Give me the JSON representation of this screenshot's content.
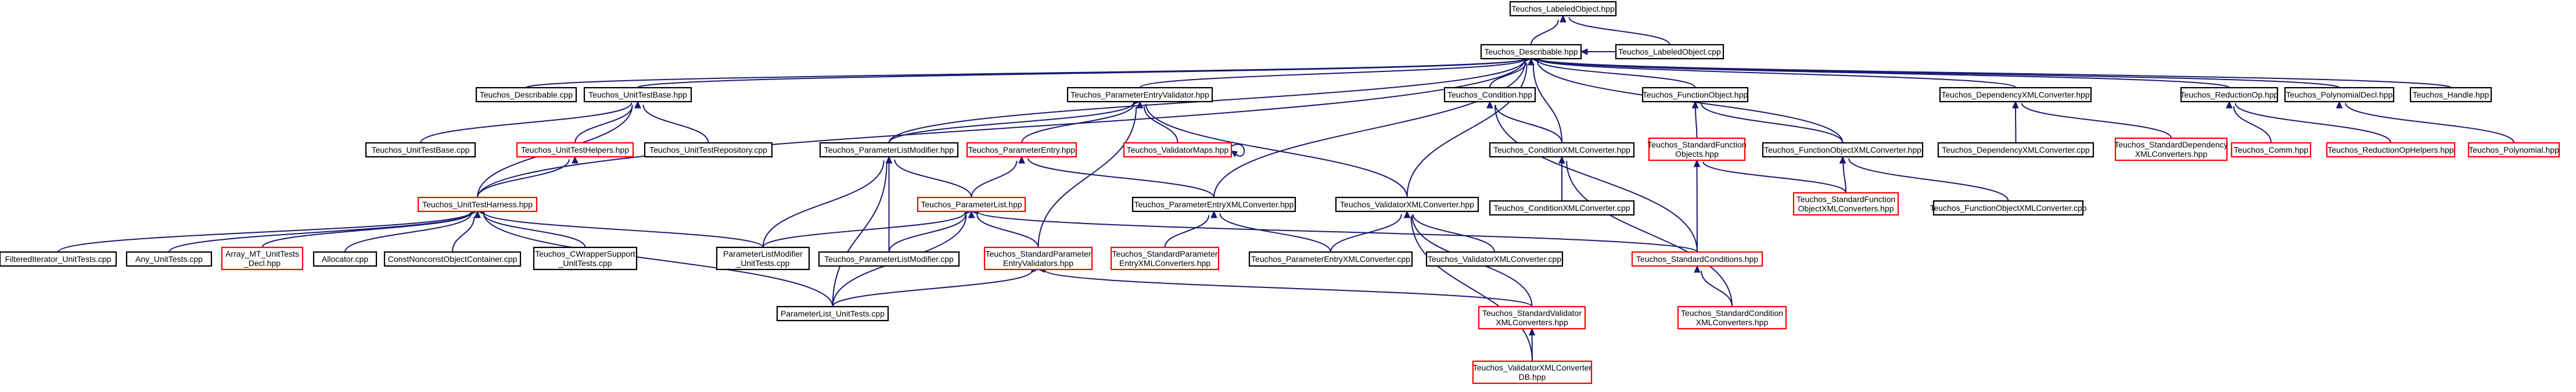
{
  "colors": {
    "background": "#ffffff",
    "edge": "#191970",
    "node_border_black": "#000000",
    "node_border_red": "#ff0000",
    "root_fill": "#bfbfbf",
    "text": "#000000"
  },
  "nodes": [
    {
      "id": "labeled-object-hpp",
      "lines": [
        "Teuchos_LabeledObject.hpp"
      ],
      "border": "black",
      "root": true
    },
    {
      "id": "describable-hpp",
      "lines": [
        "Teuchos_Describable.hpp"
      ],
      "border": "black"
    },
    {
      "id": "labeled-object-cpp",
      "lines": [
        "Teuchos_LabeledObject.cpp"
      ],
      "border": "black"
    },
    {
      "id": "describable-cpp",
      "lines": [
        "Teuchos_Describable.cpp"
      ],
      "border": "black"
    },
    {
      "id": "unit-test-base-hpp",
      "lines": [
        "Teuchos_UnitTestBase.hpp"
      ],
      "border": "black"
    },
    {
      "id": "parameter-entry-validator-hpp",
      "lines": [
        "Teuchos_ParameterEntryValidator.hpp"
      ],
      "border": "black"
    },
    {
      "id": "condition-hpp",
      "lines": [
        "Teuchos_Condition.hpp"
      ],
      "border": "black"
    },
    {
      "id": "function-object-hpp",
      "lines": [
        "Teuchos_FunctionObject.hpp"
      ],
      "border": "black"
    },
    {
      "id": "dependency-xml-converter-hpp",
      "lines": [
        "Teuchos_DependencyXMLConverter.hpp"
      ],
      "border": "black"
    },
    {
      "id": "reduction-op-hpp",
      "lines": [
        "Teuchos_ReductionOp.hpp"
      ],
      "border": "black"
    },
    {
      "id": "polynomial-decl-hpp",
      "lines": [
        "Teuchos_PolynomialDecl.hpp"
      ],
      "border": "black"
    },
    {
      "id": "handle-hpp",
      "lines": [
        "Teuchos_Handle.hpp"
      ],
      "border": "black"
    },
    {
      "id": "unit-test-base-cpp",
      "lines": [
        "Teuchos_UnitTestBase.cpp"
      ],
      "border": "black"
    },
    {
      "id": "unit-test-helpers-hpp",
      "lines": [
        "Teuchos_UnitTestHelpers.hpp"
      ],
      "border": "red"
    },
    {
      "id": "unit-test-repository-cpp",
      "lines": [
        "Teuchos_UnitTestRepository.cpp"
      ],
      "border": "black"
    },
    {
      "id": "parameter-list-modifier-hpp",
      "lines": [
        "Teuchos_ParameterListModifier.hpp"
      ],
      "border": "black"
    },
    {
      "id": "parameter-entry-hpp",
      "lines": [
        "Teuchos_ParameterEntry.hpp"
      ],
      "border": "red"
    },
    {
      "id": "validator-maps-hpp",
      "lines": [
        "Teuchos_ValidatorMaps.hpp"
      ],
      "border": "red"
    },
    {
      "id": "condition-xml-converter-hpp",
      "lines": [
        "Teuchos_ConditionXMLConverter.hpp"
      ],
      "border": "black"
    },
    {
      "id": "standard-function-objects-hpp",
      "lines": [
        "Teuchos_StandardFunction",
        "Objects.hpp"
      ],
      "border": "red"
    },
    {
      "id": "function-object-xml-converter-hpp",
      "lines": [
        "Teuchos_FunctionObjectXMLConverter.hpp"
      ],
      "border": "black"
    },
    {
      "id": "dependency-xml-converter-cpp",
      "lines": [
        "Teuchos_DependencyXMLConverter.cpp"
      ],
      "border": "black"
    },
    {
      "id": "standard-dependency-xml-converters-hpp",
      "lines": [
        "Teuchos_StandardDependency",
        "XMLConverters.hpp"
      ],
      "border": "red"
    },
    {
      "id": "comm-hpp",
      "lines": [
        "Teuchos_Comm.hpp"
      ],
      "border": "red"
    },
    {
      "id": "reduction-op-helpers-hpp",
      "lines": [
        "Teuchos_ReductionOpHelpers.hpp"
      ],
      "border": "red"
    },
    {
      "id": "polynomial-hpp",
      "lines": [
        "Teuchos_Polynomial.hpp"
      ],
      "border": "red"
    },
    {
      "id": "unit-test-harness-hpp",
      "lines": [
        "Teuchos_UnitTestHarness.hpp"
      ],
      "border": "red"
    },
    {
      "id": "parameter-list-hpp",
      "lines": [
        "Teuchos_ParameterList.hpp"
      ],
      "border": "red"
    },
    {
      "id": "parameter-entry-xml-converter-hpp",
      "lines": [
        "Teuchos_ParameterEntryXMLConverter.hpp"
      ],
      "border": "black"
    },
    {
      "id": "validator-xml-converter-hpp",
      "lines": [
        "Teuchos_ValidatorXMLConverter.hpp"
      ],
      "border": "black"
    },
    {
      "id": "condition-xml-converter-cpp",
      "lines": [
        "Teuchos_ConditionXMLConverter.cpp"
      ],
      "border": "black"
    },
    {
      "id": "standard-function-object-xml-converters-hpp",
      "lines": [
        "Teuchos_StandardFunction",
        "ObjectXMLConverters.hpp"
      ],
      "border": "red"
    },
    {
      "id": "function-object-xml-converter-cpp",
      "lines": [
        "Teuchos_FunctionObjectXMLConverter.cpp"
      ],
      "border": "black"
    },
    {
      "id": "filtered-iterator-unit-tests-cpp",
      "lines": [
        "FilteredIterator_UnitTests.cpp"
      ],
      "border": "black"
    },
    {
      "id": "any-unit-tests-cpp",
      "lines": [
        "Any_UnitTests.cpp"
      ],
      "border": "black"
    },
    {
      "id": "array-mt-unit-tests-decl-hpp",
      "lines": [
        "Array_MT_UnitTests",
        "_Decl.hpp"
      ],
      "border": "red"
    },
    {
      "id": "allocator-cpp",
      "lines": [
        "Allocator.cpp"
      ],
      "border": "black"
    },
    {
      "id": "const-nonconst-object-container-cpp",
      "lines": [
        "ConstNonconstObjectContainer.cpp"
      ],
      "border": "black"
    },
    {
      "id": "cwrapper-support-unit-tests-cpp",
      "lines": [
        "Teuchos_CWrapperSupport",
        "_UnitTests.cpp"
      ],
      "border": "black"
    },
    {
      "id": "parameter-list-modifier-unit-tests-cpp",
      "lines": [
        "ParameterListModifier",
        "_UnitTests.cpp"
      ],
      "border": "black"
    },
    {
      "id": "parameter-list-modifier-cpp",
      "lines": [
        "Teuchos_ParameterListModifier.cpp"
      ],
      "border": "black"
    },
    {
      "id": "standard-parameter-entry-validators-hpp",
      "lines": [
        "Teuchos_StandardParameter",
        "EntryValidators.hpp"
      ],
      "border": "red"
    },
    {
      "id": "standard-parameter-entry-xml-converters-hpp",
      "lines": [
        "Teuchos_StandardParameter",
        "EntryXMLConverters.hpp"
      ],
      "border": "red"
    },
    {
      "id": "parameter-entry-xml-converter-cpp",
      "lines": [
        "Teuchos_ParameterEntryXMLConverter.cpp"
      ],
      "border": "black"
    },
    {
      "id": "validator-xml-converter-cpp",
      "lines": [
        "Teuchos_ValidatorXMLConverter.cpp"
      ],
      "border": "black"
    },
    {
      "id": "standard-conditions-hpp",
      "lines": [
        "Teuchos_StandardConditions.hpp"
      ],
      "border": "red"
    },
    {
      "id": "parameter-list-unit-tests-cpp",
      "lines": [
        "ParameterList_UnitTests.cpp"
      ],
      "border": "black"
    },
    {
      "id": "standard-validator-xml-converters-hpp",
      "lines": [
        "Teuchos_StandardValidator",
        "XMLConverters.hpp"
      ],
      "border": "red"
    },
    {
      "id": "standard-condition-xml-converters-hpp",
      "lines": [
        "Teuchos_StandardCondition",
        "XMLConverters.hpp"
      ],
      "border": "red"
    },
    {
      "id": "validator-xml-converter-db-hpp",
      "lines": [
        "Teuchos_ValidatorXMLConverter",
        "DB.hpp"
      ],
      "border": "red"
    }
  ],
  "edges": [
    [
      "labeled-object-hpp",
      "describable-hpp"
    ],
    [
      "labeled-object-hpp",
      "labeled-object-cpp"
    ],
    [
      "describable-hpp",
      "labeled-object-cpp"
    ],
    [
      "describable-hpp",
      "describable-cpp"
    ],
    [
      "describable-hpp",
      "unit-test-base-hpp"
    ],
    [
      "describable-hpp",
      "parameter-entry-validator-hpp"
    ],
    [
      "describable-hpp",
      "condition-hpp"
    ],
    [
      "describable-hpp",
      "function-object-hpp"
    ],
    [
      "describable-hpp",
      "dependency-xml-converter-hpp"
    ],
    [
      "describable-hpp",
      "reduction-op-hpp"
    ],
    [
      "describable-hpp",
      "polynomial-decl-hpp"
    ],
    [
      "describable-hpp",
      "handle-hpp"
    ],
    [
      "describable-hpp",
      "parameter-list-modifier-hpp"
    ],
    [
      "describable-hpp",
      "parameter-entry-xml-converter-hpp"
    ],
    [
      "describable-hpp",
      "validator-xml-converter-hpp"
    ],
    [
      "describable-hpp",
      "condition-xml-converter-hpp"
    ],
    [
      "describable-hpp",
      "function-object-xml-converter-hpp"
    ],
    [
      "describable-hpp",
      "unit-test-harness-hpp"
    ],
    [
      "unit-test-base-hpp",
      "unit-test-base-cpp"
    ],
    [
      "unit-test-base-hpp",
      "unit-test-helpers-hpp"
    ],
    [
      "unit-test-base-hpp",
      "unit-test-repository-cpp"
    ],
    [
      "unit-test-base-hpp",
      "unit-test-harness-hpp"
    ],
    [
      "unit-test-helpers-hpp",
      "unit-test-harness-hpp"
    ],
    [
      "parameter-entry-validator-hpp",
      "parameter-list-modifier-hpp"
    ],
    [
      "parameter-entry-validator-hpp",
      "parameter-entry-hpp"
    ],
    [
      "parameter-entry-validator-hpp",
      "validator-maps-hpp"
    ],
    [
      "parameter-entry-validator-hpp",
      "validator-xml-converter-hpp"
    ],
    [
      "parameter-entry-validator-hpp",
      "standard-parameter-entry-validators-hpp"
    ],
    [
      "validator-maps-hpp",
      "validator-maps-hpp"
    ],
    [
      "parameter-list-modifier-hpp",
      "parameter-list-hpp"
    ],
    [
      "parameter-list-modifier-hpp",
      "parameter-list-modifier-unit-tests-cpp"
    ],
    [
      "parameter-list-modifier-hpp",
      "parameter-list-modifier-cpp"
    ],
    [
      "parameter-list-modifier-hpp",
      "parameter-list-unit-tests-cpp"
    ],
    [
      "parameter-entry-hpp",
      "parameter-list-hpp"
    ],
    [
      "parameter-entry-hpp",
      "parameter-entry-xml-converter-hpp"
    ],
    [
      "condition-hpp",
      "condition-xml-converter-hpp"
    ],
    [
      "condition-hpp",
      "standard-conditions-hpp"
    ],
    [
      "condition-xml-converter-hpp",
      "condition-xml-converter-cpp"
    ],
    [
      "condition-xml-converter-hpp",
      "standard-condition-xml-converters-hpp"
    ],
    [
      "function-object-hpp",
      "standard-function-objects-hpp"
    ],
    [
      "function-object-hpp",
      "function-object-xml-converter-hpp"
    ],
    [
      "standard-function-objects-hpp",
      "standard-conditions-hpp"
    ],
    [
      "standard-function-objects-hpp",
      "standard-function-object-xml-converters-hpp"
    ],
    [
      "function-object-xml-converter-hpp",
      "standard-function-object-xml-converters-hpp"
    ],
    [
      "function-object-xml-converter-hpp",
      "function-object-xml-converter-cpp"
    ],
    [
      "dependency-xml-converter-hpp",
      "dependency-xml-converter-cpp"
    ],
    [
      "dependency-xml-converter-hpp",
      "standard-dependency-xml-converters-hpp"
    ],
    [
      "reduction-op-hpp",
      "comm-hpp"
    ],
    [
      "reduction-op-hpp",
      "reduction-op-helpers-hpp"
    ],
    [
      "polynomial-decl-hpp",
      "polynomial-hpp"
    ],
    [
      "unit-test-harness-hpp",
      "filtered-iterator-unit-tests-cpp"
    ],
    [
      "unit-test-harness-hpp",
      "any-unit-tests-cpp"
    ],
    [
      "unit-test-harness-hpp",
      "array-mt-unit-tests-decl-hpp"
    ],
    [
      "unit-test-harness-hpp",
      "allocator-cpp"
    ],
    [
      "unit-test-harness-hpp",
      "const-nonconst-object-container-cpp"
    ],
    [
      "unit-test-harness-hpp",
      "cwrapper-support-unit-tests-cpp"
    ],
    [
      "unit-test-harness-hpp",
      "parameter-list-modifier-unit-tests-cpp"
    ],
    [
      "unit-test-harness-hpp",
      "parameter-list-unit-tests-cpp"
    ],
    [
      "parameter-list-hpp",
      "parameter-list-modifier-unit-tests-cpp"
    ],
    [
      "parameter-list-hpp",
      "parameter-list-modifier-cpp"
    ],
    [
      "parameter-list-hpp",
      "standard-parameter-entry-validators-hpp"
    ],
    [
      "parameter-list-hpp",
      "parameter-list-unit-tests-cpp"
    ],
    [
      "parameter-list-hpp",
      "standard-conditions-hpp"
    ],
    [
      "parameter-entry-xml-converter-hpp",
      "standard-parameter-entry-xml-converters-hpp"
    ],
    [
      "parameter-entry-xml-converter-hpp",
      "parameter-entry-xml-converter-cpp"
    ],
    [
      "validator-xml-converter-hpp",
      "validator-xml-converter-cpp"
    ],
    [
      "validator-xml-converter-hpp",
      "standard-validator-xml-converters-hpp"
    ],
    [
      "validator-xml-converter-hpp",
      "validator-xml-converter-db-hpp"
    ],
    [
      "validator-xml-converter-hpp",
      "parameter-entry-xml-converter-cpp"
    ],
    [
      "standard-parameter-entry-validators-hpp",
      "parameter-list-unit-tests-cpp"
    ],
    [
      "standard-parameter-entry-validators-hpp",
      "standard-validator-xml-converters-hpp"
    ],
    [
      "standard-validator-xml-converters-hpp",
      "validator-xml-converter-db-hpp"
    ],
    [
      "standard-conditions-hpp",
      "standard-condition-xml-converters-hpp"
    ]
  ]
}
